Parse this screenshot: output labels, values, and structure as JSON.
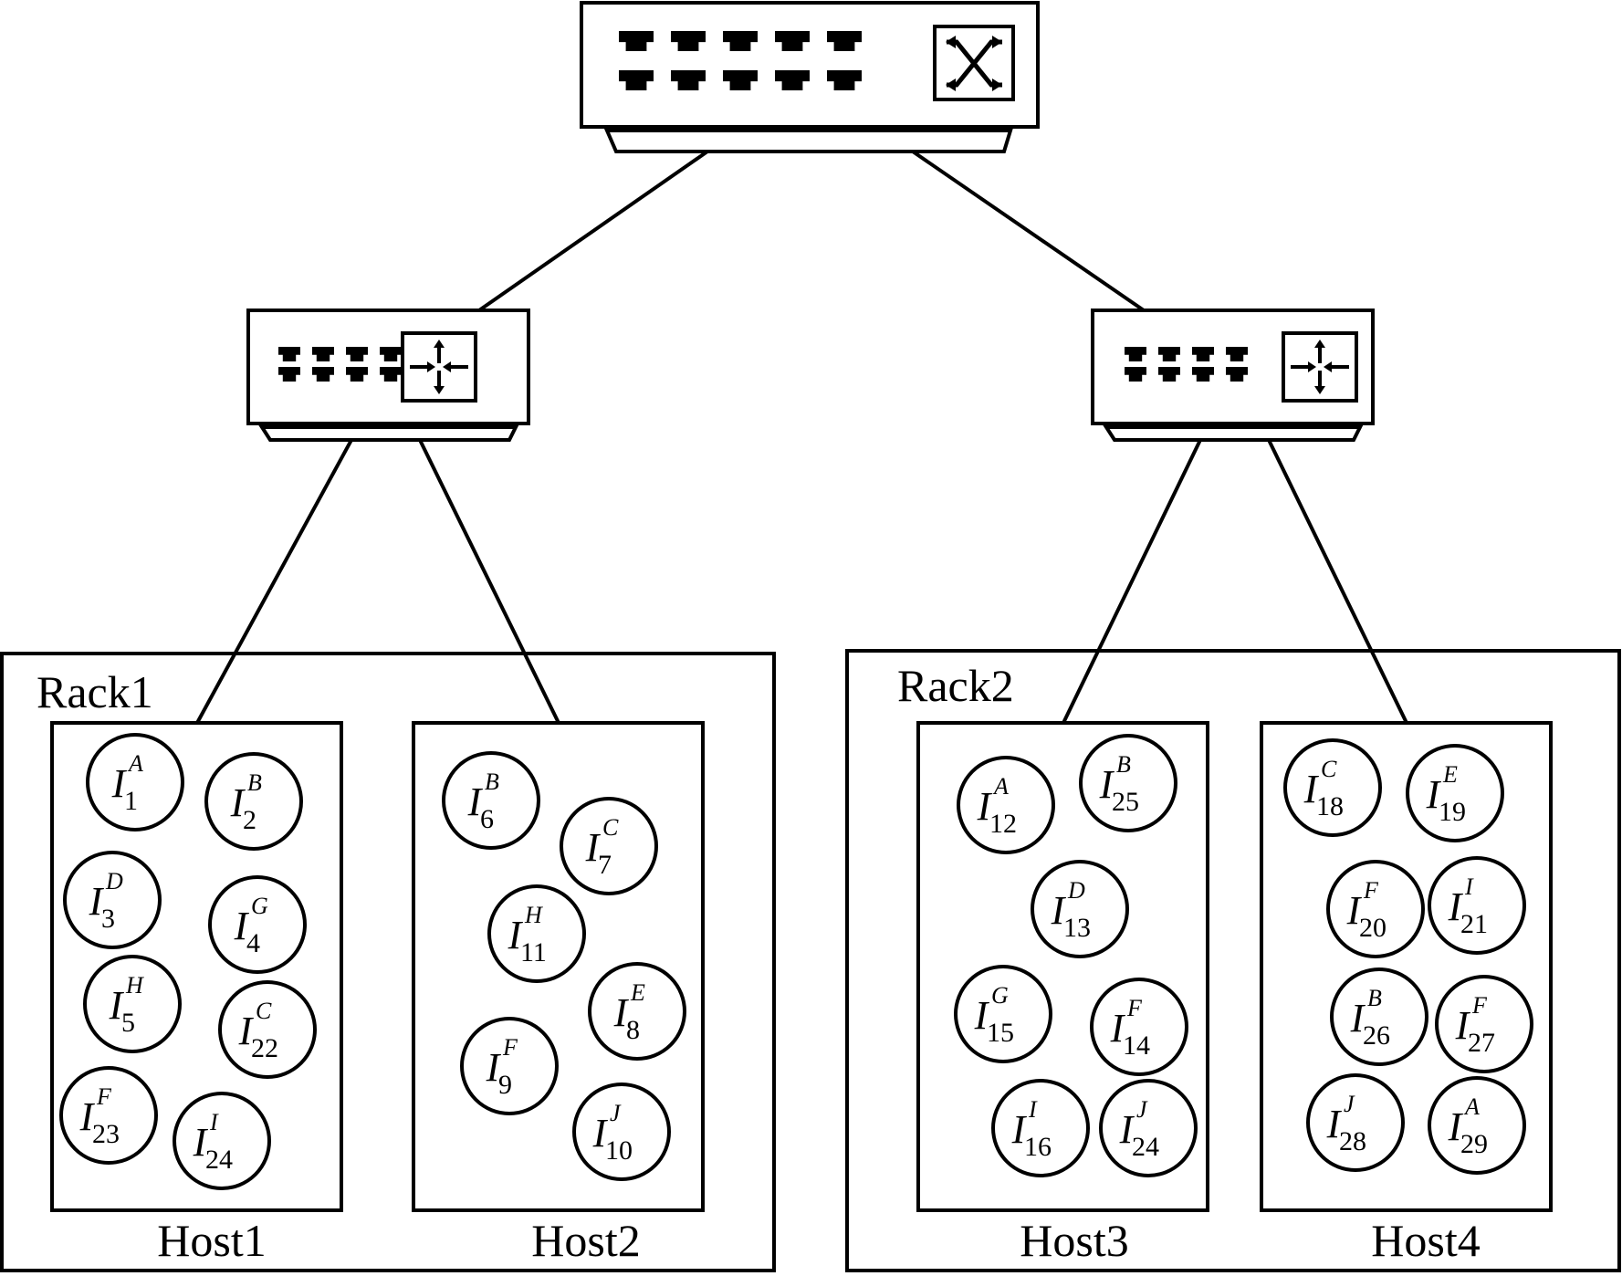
{
  "racks": [
    {
      "label": "Rack1",
      "hosts": [
        {
          "label": "Host1",
          "instances": [
            {
              "letter": "I",
              "sub": "1",
              "sup": "A"
            },
            {
              "letter": "I",
              "sub": "2",
              "sup": "B"
            },
            {
              "letter": "I",
              "sub": "3",
              "sup": "D"
            },
            {
              "letter": "I",
              "sub": "4",
              "sup": "G"
            },
            {
              "letter": "I",
              "sub": "5",
              "sup": "H"
            },
            {
              "letter": "I",
              "sub": "22",
              "sup": "C"
            },
            {
              "letter": "I",
              "sub": "23",
              "sup": "F"
            },
            {
              "letter": "I",
              "sub": "24",
              "sup": "I"
            }
          ]
        },
        {
          "label": "Host2",
          "instances": [
            {
              "letter": "I",
              "sub": "6",
              "sup": "B"
            },
            {
              "letter": "I",
              "sub": "7",
              "sup": "C"
            },
            {
              "letter": "I",
              "sub": "11",
              "sup": "H"
            },
            {
              "letter": "I",
              "sub": "8",
              "sup": "E"
            },
            {
              "letter": "I",
              "sub": "9",
              "sup": "F"
            },
            {
              "letter": "I",
              "sub": "10",
              "sup": "J"
            }
          ]
        }
      ]
    },
    {
      "label": "Rack2",
      "hosts": [
        {
          "label": "Host3",
          "instances": [
            {
              "letter": "I",
              "sub": "12",
              "sup": "A"
            },
            {
              "letter": "I",
              "sub": "25",
              "sup": "B"
            },
            {
              "letter": "I",
              "sub": "13",
              "sup": "D"
            },
            {
              "letter": "I",
              "sub": "15",
              "sup": "G"
            },
            {
              "letter": "I",
              "sub": "14",
              "sup": "F"
            },
            {
              "letter": "I",
              "sub": "16",
              "sup": "I"
            },
            {
              "letter": "I",
              "sub": "24",
              "sup": "J"
            }
          ]
        },
        {
          "label": "Host4",
          "instances": [
            {
              "letter": "I",
              "sub": "18",
              "sup": "C"
            },
            {
              "letter": "I",
              "sub": "19",
              "sup": "E"
            },
            {
              "letter": "I",
              "sub": "20",
              "sup": "F"
            },
            {
              "letter": "I",
              "sub": "21",
              "sup": "I"
            },
            {
              "letter": "I",
              "sub": "26",
              "sup": "B"
            },
            {
              "letter": "I",
              "sub": "27",
              "sup": "F"
            },
            {
              "letter": "I",
              "sub": "28",
              "sup": "J"
            },
            {
              "letter": "I",
              "sub": "29",
              "sup": "A"
            }
          ]
        }
      ]
    }
  ],
  "icons": {
    "core_switch": "core-switch-icon",
    "rack_switch": "router-switch-icon"
  }
}
